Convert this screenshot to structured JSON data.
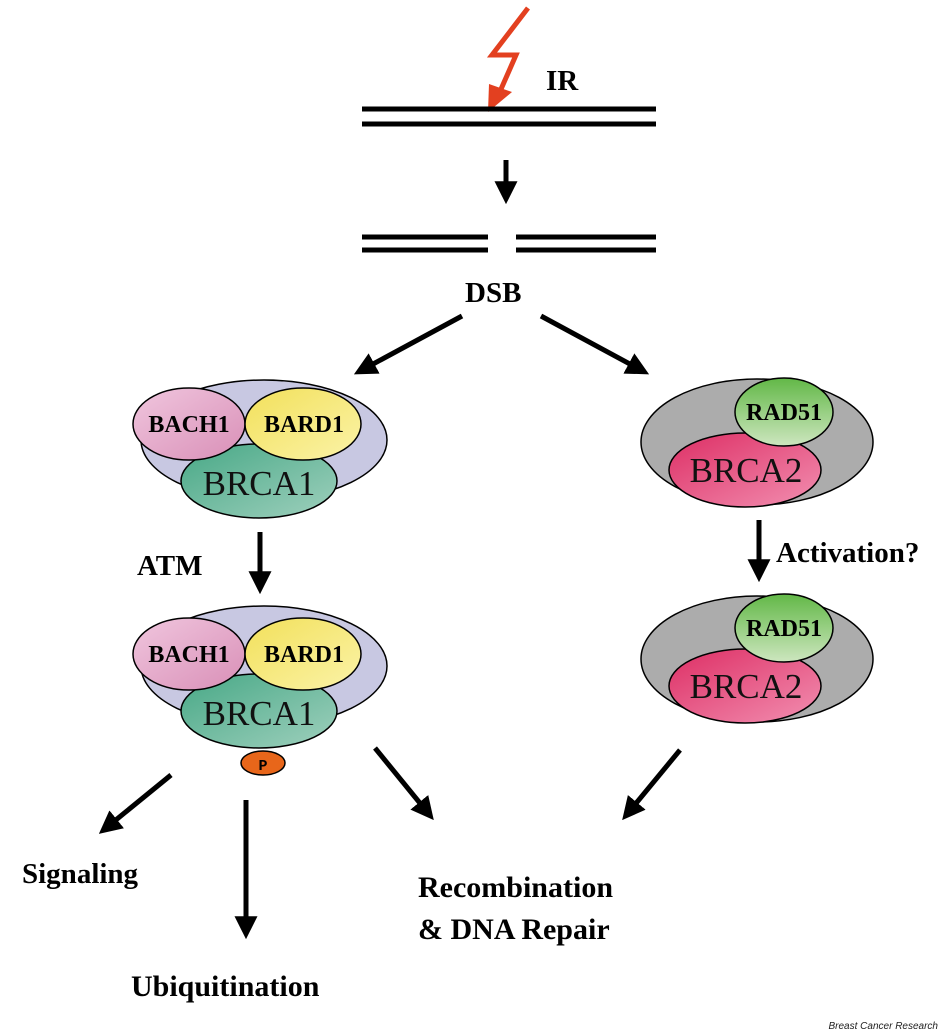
{
  "labels": {
    "ir": "IR",
    "dsb": "DSB",
    "atm": "ATM",
    "activation": "Activation?",
    "signaling": "Signaling",
    "ubiquitination": "Ubiquitination",
    "recombination_line1": "Recombination",
    "recombination_line2": "& DNA Repair",
    "phospho": "P"
  },
  "proteins": {
    "bach1": "BACH1",
    "bard1": "BARD1",
    "brca1": "BRCA1",
    "rad51": "RAD51",
    "brca2": "BRCA2"
  },
  "credit": "Breast Cancer Research",
  "colors": {
    "lightning": "#e34020",
    "complex_bg_brca1": "#c8c8e2",
    "bach1": "#e3a6c6",
    "bard1": "#f7ea74",
    "brca1": "#5cb396",
    "complex_bg_brca2": "#acacac",
    "rad51": "#7fc765",
    "brca2": "#e4497a",
    "phospho": "#e8661a"
  }
}
